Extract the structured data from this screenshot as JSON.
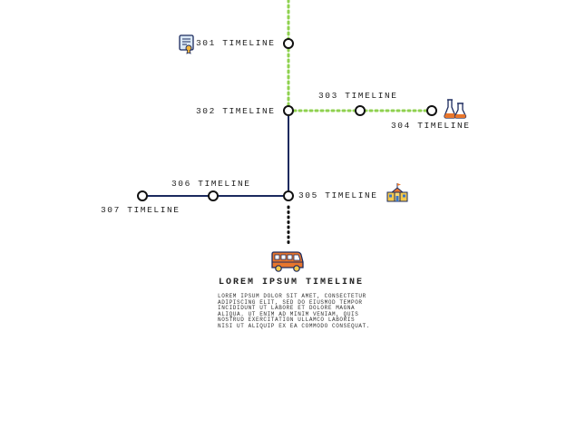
{
  "colors": {
    "green_line": "#8fd14f",
    "navy_line": "#1b2a5e",
    "dotted_black": "#111111",
    "node_stroke": "#111111",
    "node_fill": "#ffffff"
  },
  "nodes": [
    {
      "id": "301",
      "label": "301 TIMELINE",
      "icon": "certificate-icon"
    },
    {
      "id": "302",
      "label": "302 TIMELINE"
    },
    {
      "id": "303",
      "label": "303 TIMELINE"
    },
    {
      "id": "304",
      "label": "304 TIMELINE",
      "icon": "lab-flasks-icon"
    },
    {
      "id": "305",
      "label": "305 TIMELINE",
      "icon": "school-building-icon"
    },
    {
      "id": "306",
      "label": "306 TIMELINE"
    },
    {
      "id": "307",
      "label": "307 TIMELINE"
    }
  ],
  "footer": {
    "icon": "school-bus-icon",
    "title": "LOREM IPSUM TIMELINE",
    "description": "LOREM IPSUM DOLOR SIT AMET, CONSECTETUR ADIPISCING ELIT, SED DO EIUSMOD TEMPOR INCIDIDUNT UT LABORE ET DOLORE MAGNA ALIQUA. UT ENIM AD MINIM VENIAM, QUIS NOSTRUD EXERCITATION ULLAMCO LABORIS NISI UT ALIQUIP EX EA COMMODO CONSEQUAT."
  }
}
